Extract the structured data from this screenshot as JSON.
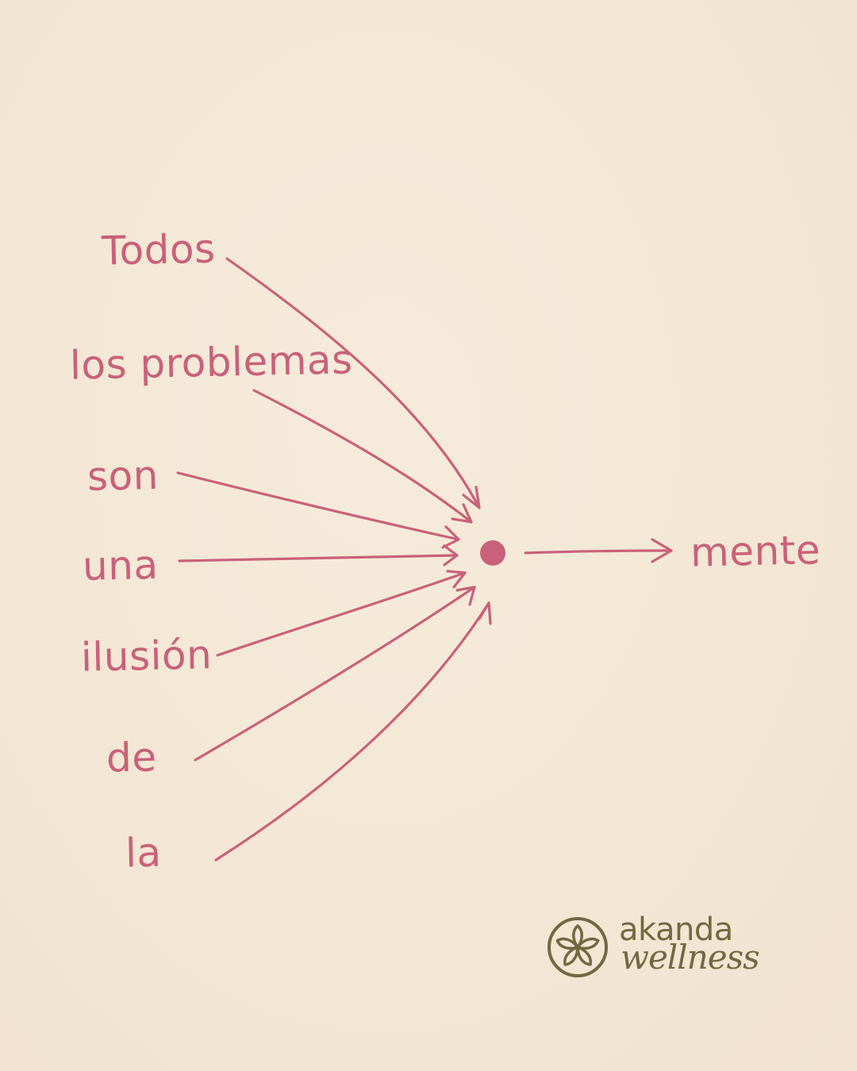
{
  "diagram": {
    "words": {
      "todos": "Todos",
      "los_problemas": "los problemas",
      "son": "son",
      "una": "una",
      "ilusion": "ilusión",
      "de": "de",
      "la": "la",
      "mente": "mente"
    },
    "color": "#c9617a",
    "background": "#f4e8d7"
  },
  "logo": {
    "line1": "akanda",
    "line2": "wellness",
    "color": "#6f6a40",
    "icon": "flower-icon"
  }
}
